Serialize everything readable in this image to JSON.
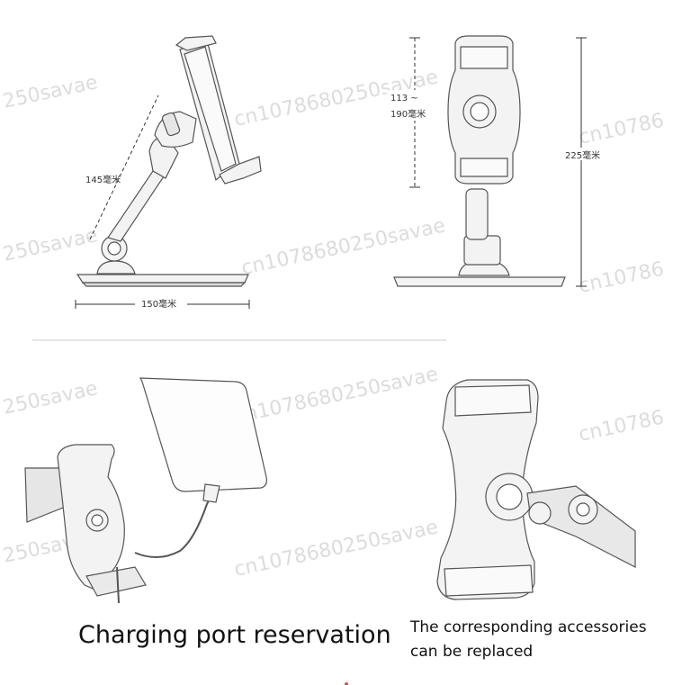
{
  "dimensions": {
    "arm_length": "145毫米",
    "base_width": "150毫米",
    "clamp_range_line1": "113 ~",
    "clamp_range_line2": "190毫米",
    "total_height": "225毫米"
  },
  "captions": {
    "charging": "Charging port reservation",
    "accessories_line1": "The corresponding accessories",
    "accessories_line2": "can be replaced"
  },
  "watermarks": [
    "250savae",
    "cn1078680250savae",
    "250savae",
    "cn1078680250savae",
    "cn10786",
    "250savae",
    "cn1078680250savae",
    "cn10786",
    "250savae",
    "cn1078680250savae",
    "cn10786"
  ],
  "colors": {
    "line": "#555555",
    "fill": "#f1f1f1",
    "divider": "#dddddd"
  }
}
